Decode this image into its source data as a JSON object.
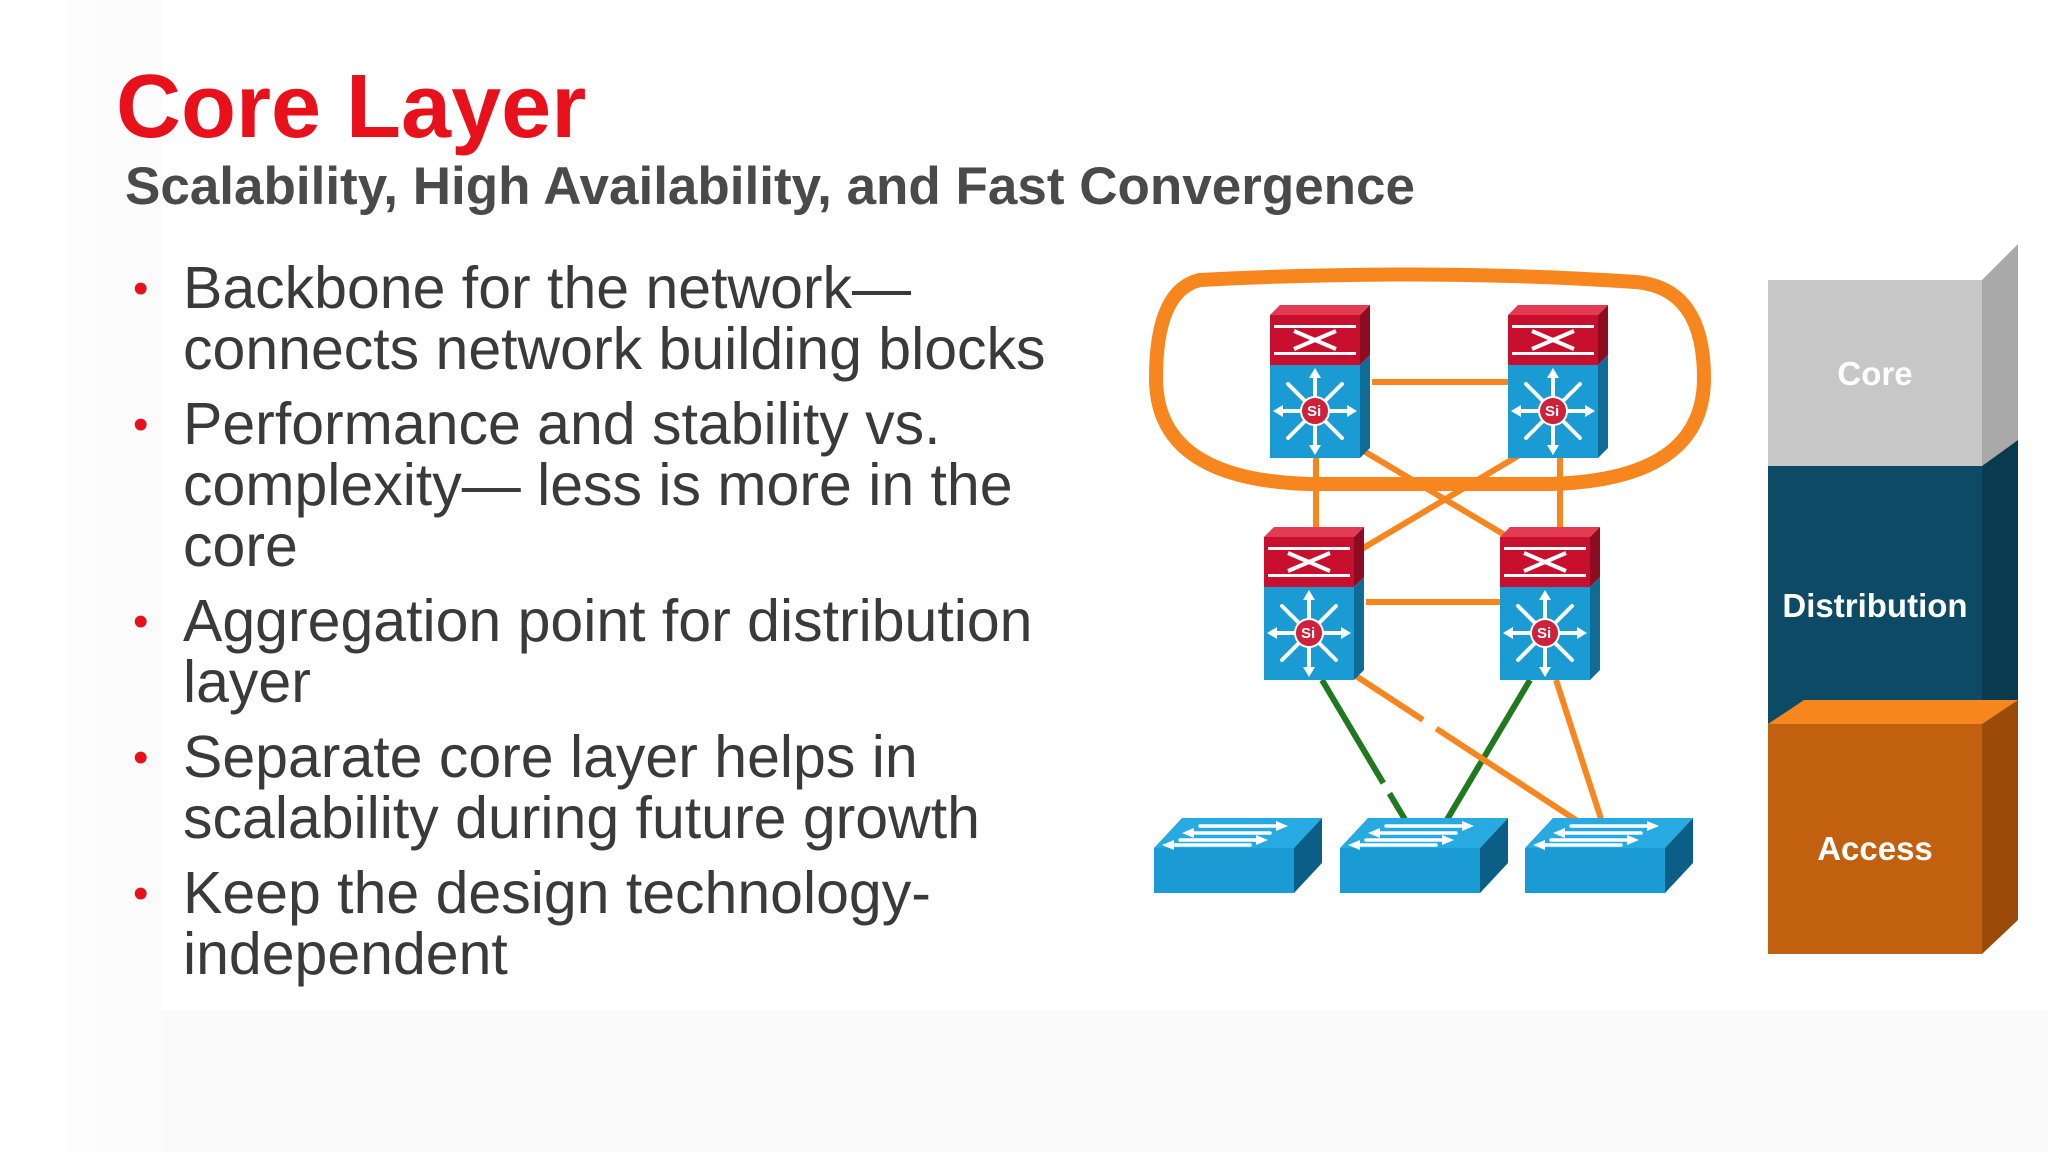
{
  "slide": {
    "title": "Core Layer",
    "subtitle": "Scalability, High Availability, and Fast Convergence",
    "bullets": [
      {
        "line1": "Backbone for the network—",
        "line2": "connects network building blocks",
        "line3": ""
      },
      {
        "line1": "Performance and stability vs.",
        "line2": "complexity— less is more in the",
        "line3": "core"
      },
      {
        "line1": "Aggregation point for distribution",
        "line2": "layer",
        "line3": ""
      },
      {
        "line1": "Separate core layer helps in",
        "line2": "scalability during future growth",
        "line3": ""
      },
      {
        "line1": "Keep the design technology-",
        "line2": "independent",
        "line3": ""
      }
    ],
    "bullet_glyph": "•"
  },
  "layers": {
    "core": "Core",
    "distribution": "Distribution",
    "access": "Access"
  },
  "diagram": {
    "switch_badge": "Si",
    "icons": [
      "multilayer-switch-icon",
      "access-switch-icon"
    ]
  },
  "colors": {
    "title_red": "#e8111b",
    "link_orange": "#f7861f",
    "link_green": "#1f7a1f",
    "switch_blue": "#1b9bd4",
    "router_red": "#c8102e",
    "core_gray": "#c7c7c7",
    "distribution_blue": "#0c4a66",
    "access_orange": "#c1600f"
  }
}
